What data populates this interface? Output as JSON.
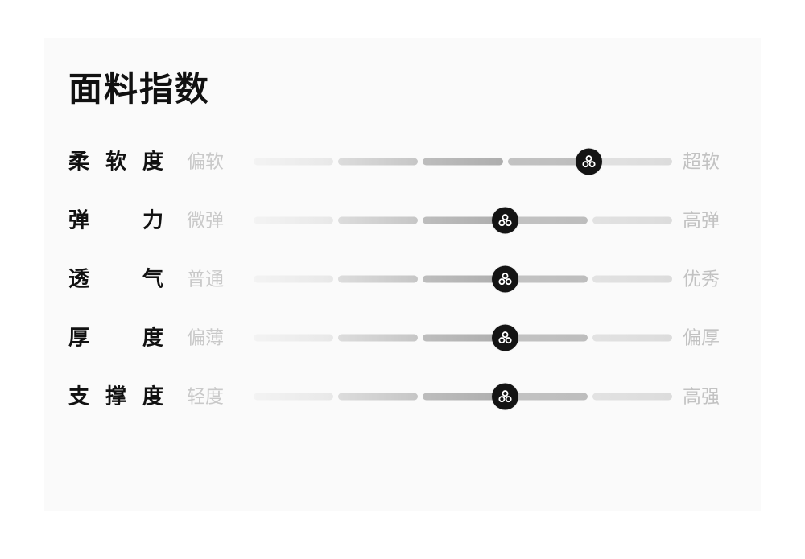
{
  "card": {
    "title": "面料指数",
    "background_color": "#fafafa",
    "page_background_color": "#ffffff"
  },
  "style": {
    "thumb_color": "#141414",
    "thumb_icon_color": "#ffffff",
    "label_color": "#111111",
    "secondary_text_color": "#c9c9c9",
    "track_segment_colors": [
      "#eeeeee",
      "#d1d1d1",
      "#b5b5b5",
      "#c0c0c0",
      "#dfdfdf"
    ]
  },
  "metrics": [
    {
      "label": "柔软度",
      "left_text": "偏软",
      "right_text": "超软",
      "segments": 5,
      "value_percent": 80,
      "thumb_icon": "trefoil-icon"
    },
    {
      "label": "弹 力",
      "left_text": "微弹",
      "right_text": "高弹",
      "segments": 5,
      "value_percent": 60,
      "thumb_icon": "trefoil-icon"
    },
    {
      "label": "透 气",
      "left_text": "普通",
      "right_text": "优秀",
      "segments": 5,
      "value_percent": 60,
      "thumb_icon": "trefoil-icon"
    },
    {
      "label": "厚 度",
      "left_text": "偏薄",
      "right_text": "偏厚",
      "segments": 5,
      "value_percent": 60,
      "thumb_icon": "trefoil-icon"
    },
    {
      "label": "支撑度",
      "left_text": "轻度",
      "right_text": "高强",
      "segments": 5,
      "value_percent": 60,
      "thumb_icon": "trefoil-icon"
    }
  ]
}
